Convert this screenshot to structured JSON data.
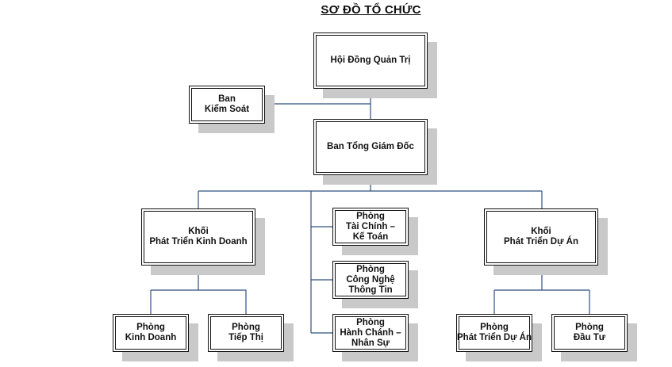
{
  "title": "SƠ ĐỒ TỔ CHỨC",
  "nodes": {
    "board": "Hội Đồng Quản Trị",
    "supervisory": "Ban\nKiểm Soát",
    "ceo": "Ban Tổng Giám Đốc",
    "business_division": "Khối\nPhát Triển Kinh Doanh",
    "finance": "Phòng\nTài Chính –\nKế Toán",
    "it": "Phòng\nCông Nghệ\nThông Tin",
    "admin_hr": "Phòng\nHành Chánh –\nNhân Sự",
    "project_division": "Khối\nPhát Triển Dự Án",
    "sales": "Phòng\nKinh Doanh",
    "marketing": "Phòng\nTiếp Thị",
    "project_dev": "Phòng\nPhát Triển Dự Án",
    "investment": "Phòng\nĐầu Tư"
  },
  "colors": {
    "connector": "#2f4f80",
    "shadow": "#c9c9c9",
    "border": "#111111"
  }
}
